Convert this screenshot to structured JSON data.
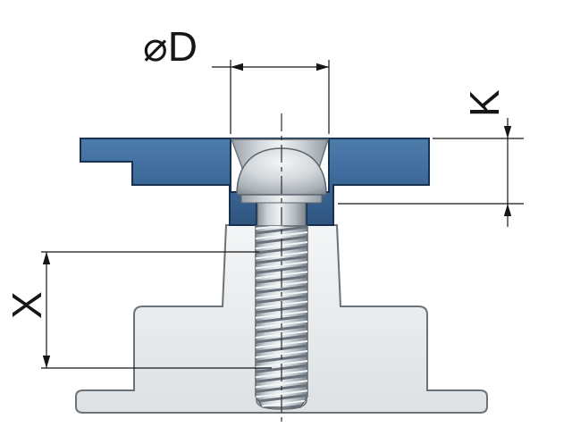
{
  "drawing": {
    "type": "technical-section-view",
    "labels": {
      "diameter": "⌀D",
      "k": "K",
      "x": "X"
    }
  },
  "colors": {
    "background": "#ffffff",
    "plate_blue": "#3e6a9c",
    "plate_outline": "#17324f",
    "base_gray": "#eceeef",
    "base_outline": "#6b7278",
    "metal_light": "#eef1f3",
    "metal_mid": "#b9c0c6",
    "metal_dark": "#7d858d",
    "hole_gray": "#c3c9cd",
    "dimension": "#161616",
    "centerline": "#2f2f2f"
  }
}
